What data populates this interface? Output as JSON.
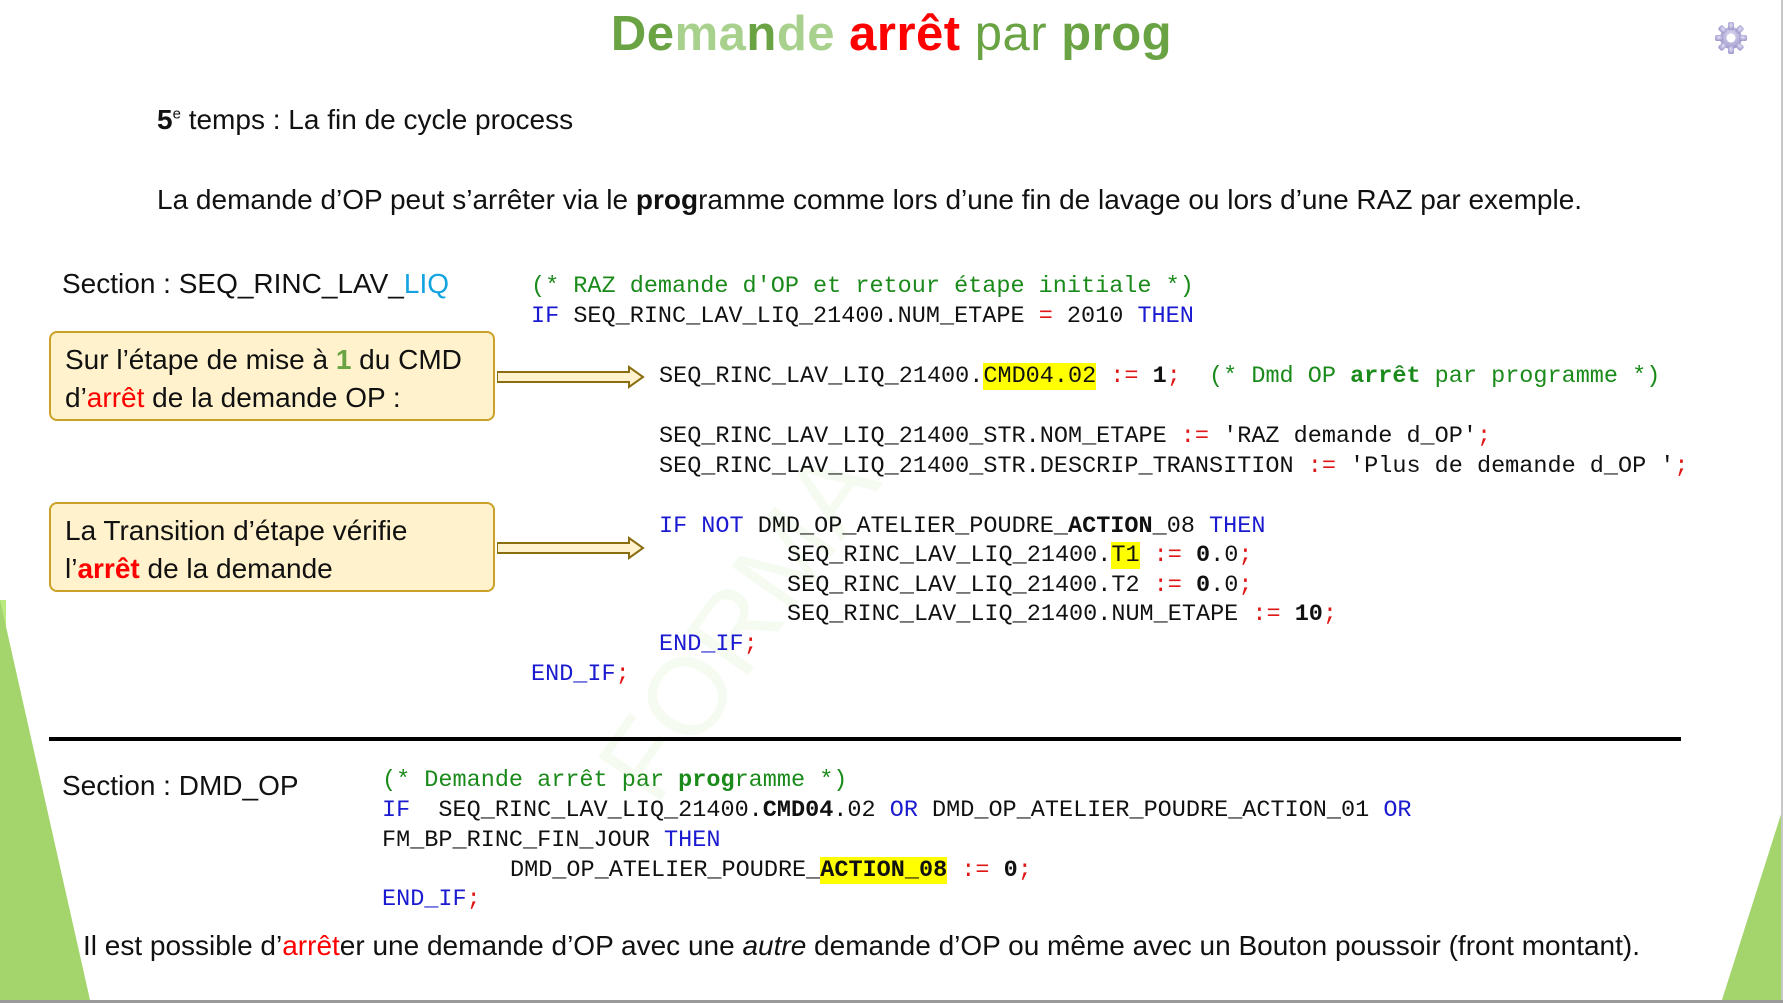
{
  "title": {
    "part1": "De",
    "part2": "ma",
    "part3": "n",
    "part4": "de",
    "part5": "arrêt",
    "part6": "par",
    "part7": "prog"
  },
  "title_full": "Demande arrêt par prog",
  "gear_icon": "gear-icon",
  "subtitle": {
    "num": "5",
    "sup": "e",
    "text": " temps : La fin de cycle process"
  },
  "intro": {
    "before": "La demande d’OP peut s’arrêter via le ",
    "bold": "prog",
    "after": "ramme comme lors d’une fin de lavage ou lors d’une RAZ par exemple."
  },
  "section1": {
    "label": "Section : SEQ_RINC_LAV_",
    "highlight": "LIQ"
  },
  "callout1": {
    "line1_a": "Sur l’étape de mise à ",
    "line1_num": "1",
    "line1_b": " du CMD",
    "line2_a": "d’",
    "line2_red": "arrêt",
    "line2_b": " de la demande OP :"
  },
  "callout2": {
    "line1": "La Transition d’étape vérifie",
    "line2_a": "l’",
    "line2_red": "arrêt",
    "line2_b": " de la demande"
  },
  "code1": {
    "l1": "(* RAZ demande d'OP et retour étape initiale *)",
    "l2_kw": "IF",
    "l2_a": " SEQ_RINC_LAV_LIQ_21400.NUM_ETAPE ",
    "l2_op": "=",
    "l2_b": " 2010 ",
    "l2_kw2": "THEN",
    "l3_a": "SEQ_RINC_LAV_LIQ_21400.",
    "l3_hl": "CMD04.02",
    "l3_op": " := ",
    "l3_val": "1",
    "l3_semi": ";",
    "l3_cm1": "  (* Dmd OP ",
    "l3_cmb": "arrêt",
    "l3_cm2": " par programme *)",
    "l4_a": "SEQ_RINC_LAV_LIQ_21400_STR.NOM_ETAPE ",
    "l4_op": ":=",
    "l4_b": " 'RAZ demande d_OP'",
    "l4_semi": ";",
    "l5_a": "SEQ_RINC_LAV_LIQ_21400_STR.DESCRIP_TRANSITION ",
    "l5_op": ":=",
    "l5_b": " 'Plus de demande d_OP '",
    "l5_semi": ";",
    "l6_kw": "IF NOT",
    "l6_a": " DMD_OP_ATELIER_POUDRE_",
    "l6_b": "ACTION",
    "l6_c": "_08 ",
    "l6_kw2": "THEN",
    "l7_a": "SEQ_RINC_LAV_LIQ_21400.",
    "l7_hl": "T1",
    "l7_op": " := ",
    "l7_val": "0",
    "l7_b": ".0",
    "l7_semi": ";",
    "l8_a": "SEQ_RINC_LAV_LIQ_21400.T2",
    "l8_op": " := ",
    "l8_val": "0",
    "l8_b": ".0",
    "l8_semi": ";",
    "l9_a": "SEQ_RINC_LAV_LIQ_21400.NUM_ETAPE",
    "l9_op": " := ",
    "l9_val": "10",
    "l9_semi": ";",
    "l10_kw": "END_IF",
    "l10_semi": ";",
    "l11_kw": "END_IF",
    "l11_semi": ";"
  },
  "section2": {
    "label": "Section : DMD_OP"
  },
  "code2": {
    "l1_a": "(* Demande arrêt par ",
    "l1_b": "prog",
    "l1_c": "ramme *)",
    "l2_kw": "IF",
    "l2_a": "  SEQ_RINC_LAV_LIQ_21400.",
    "l2_b": "CMD04",
    "l2_c": ".02 ",
    "l2_kw2": "OR",
    "l2_d": " DMD_OP_ATELIER_POUDRE_ACTION_01 ",
    "l2_kw3": "OR",
    "l3_a": "FM_BP_RINC_FIN_JOUR ",
    "l3_kw": "THEN",
    "l4_a": "DMD_OP_ATELIER_POUDRE_",
    "l4_hl": "ACTION_08",
    "l4_op": " := ",
    "l4_val": "0",
    "l4_semi": ";",
    "l5_kw": "END_IF",
    "l5_semi": ";"
  },
  "footer": {
    "a": "Il est possible d’",
    "red": "arrêt",
    "b": "er une demande d’OP avec une ",
    "em": "autre",
    "c": " demande d’OP ou même avec un Bouton poussoir (front montant)."
  },
  "watermark": "FORMA"
}
